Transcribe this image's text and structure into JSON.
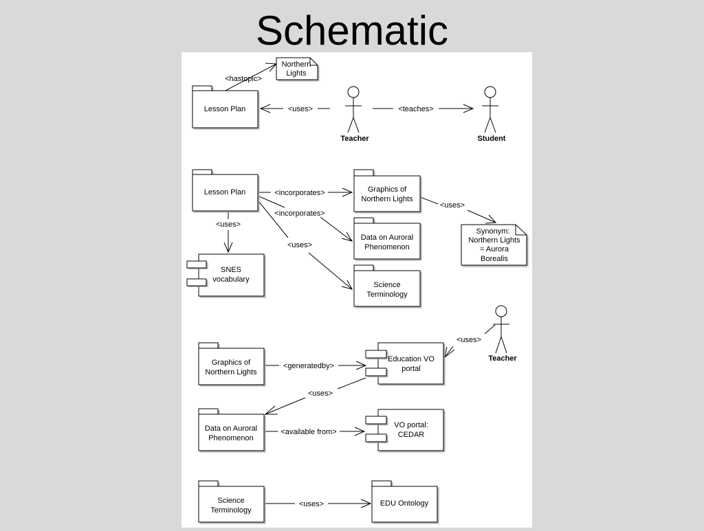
{
  "title": "Schematic",
  "diagram1": {
    "note": [
      "Northern",
      "Lights"
    ],
    "hastopic": "<hastopic>",
    "lesson_plan": "Lesson Plan",
    "uses": "<uses>",
    "teacher": "Teacher",
    "teaches": "<teaches>",
    "student": "Student"
  },
  "diagram2": {
    "lesson_plan": "Lesson Plan",
    "incorporates_1": "<incorporates>",
    "incorporates_2": "<incorporates>",
    "graphics": [
      "Graphics of",
      "Northern Lights"
    ],
    "uses_graphics": "<uses>",
    "synonym_note": [
      "Synonym:",
      "Northern Lights",
      "= Aurora",
      "Borealis"
    ],
    "uses_vocab": "<uses>",
    "data": [
      "Data on Auroral",
      "Phenomenon"
    ],
    "uses_science": "<uses>",
    "snes": [
      "SNES",
      "vocabulary"
    ],
    "science": [
      "Science",
      "Terminology"
    ]
  },
  "diagram3": {
    "graphics": [
      "Graphics of",
      "Northern Lights"
    ],
    "generatedby": "<generatedby>",
    "portal": [
      "Education VO",
      "portal"
    ],
    "uses_teacher": "<uses>",
    "teacher": "Teacher",
    "uses_data": "<uses>",
    "data": [
      "Data on Auroral",
      "Phenomenon"
    ],
    "available_from": "<available from>",
    "cedar": [
      "VO portal:",
      "CEDAR"
    ]
  },
  "diagram4": {
    "science": [
      "Science",
      "Terminology"
    ],
    "uses": "<uses>",
    "ontology": "EDU Ontology"
  }
}
